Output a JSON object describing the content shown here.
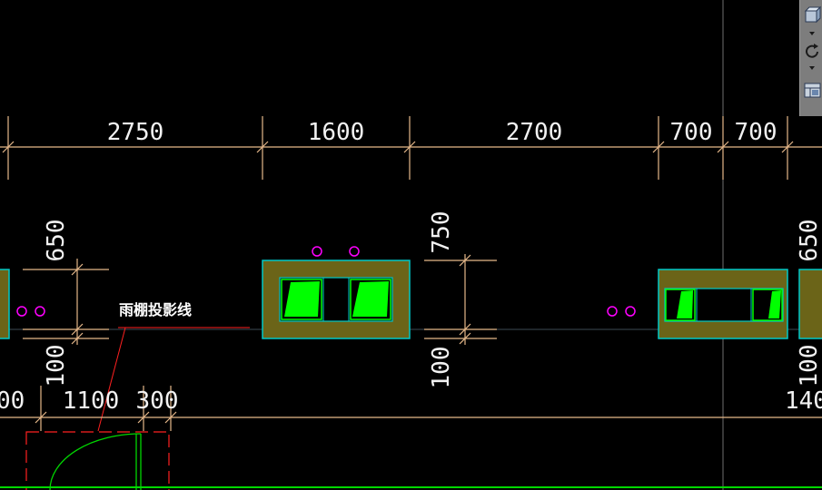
{
  "drawing": {
    "dimensions_top": [
      "2750",
      "1600",
      "2700",
      "700",
      "700"
    ],
    "dim_left_upper": "650",
    "dim_left_lower": "100",
    "dim_mid_upper": "750",
    "dim_mid_lower": "100",
    "dim_right_upper": "650",
    "dim_right_lower": "100",
    "dim_bottom": [
      "00",
      "1100",
      "300",
      "140"
    ],
    "annotation": "雨棚投影线"
  },
  "colors": {
    "background": "#000000",
    "dimension_line": "#e6b98a",
    "column_fill": "#6b6418",
    "column_border": "#00c8c8",
    "window_green": "#00ff00",
    "marker": "#ff00ff",
    "red_line": "#ff2020",
    "door_arc": "#00d800"
  },
  "toolbar": {
    "icons": [
      "view-cube-icon",
      "orbit-icon",
      "viewport-icon"
    ]
  }
}
